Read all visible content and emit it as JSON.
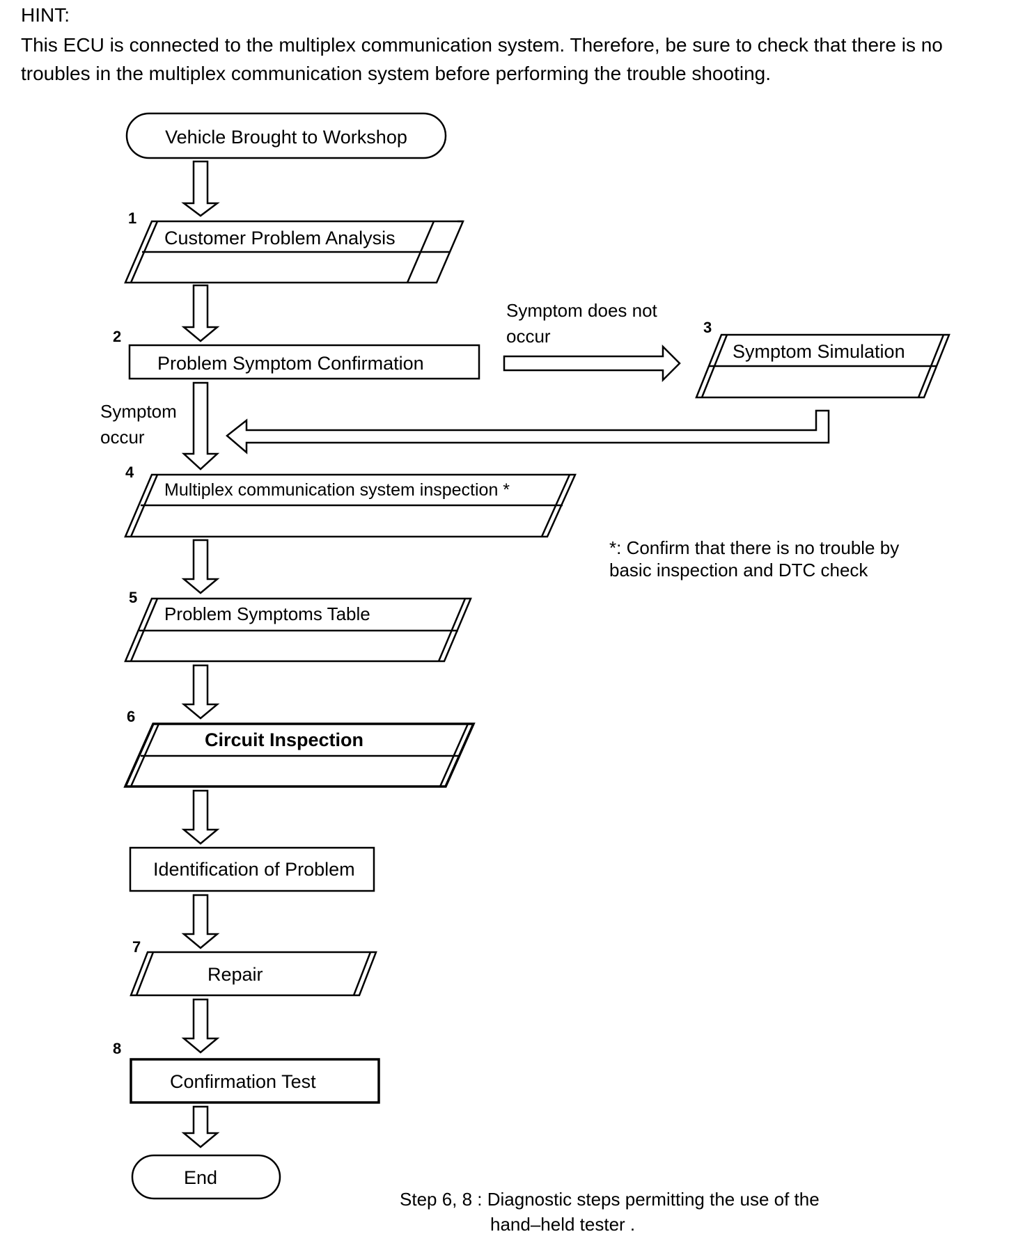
{
  "hint": {
    "title": "HINT:",
    "text": "This ECU is connected to the multiplex communication system. Therefore, be sure to check that there is no troubles in the multiplex communication system before performing the trouble shooting."
  },
  "flow": {
    "start": "Vehicle Brought to Workshop",
    "step1": {
      "num": "1",
      "label": "Customer Problem Analysis"
    },
    "step2": {
      "num": "2",
      "label": "Problem Symptom Confirmation"
    },
    "step3": {
      "num": "3",
      "label": "Symptom Simulation"
    },
    "branch_no": {
      "line1": "Symptom does not",
      "line2": "occur"
    },
    "branch_yes": {
      "line1": "Symptom",
      "line2": "occur"
    },
    "step4": {
      "num": "4",
      "label": "Multiplex communication system inspection *"
    },
    "step5": {
      "num": "5",
      "label": "Problem Symptoms Table"
    },
    "step6": {
      "num": "6",
      "label": "Circuit Inspection"
    },
    "identify": "Identification of Problem",
    "step7": {
      "num": "7",
      "label": "Repair"
    },
    "step8": {
      "num": "8",
      "label": "Confirmation Test"
    },
    "end": "End"
  },
  "notes": {
    "footnote_line1": "*: Confirm that there is no trouble by",
    "footnote_line2": "basic inspection and DTC check",
    "tester_line1": "Step 6, 8 : Diagnostic steps permitting the use of the",
    "tester_line2": "hand–held tester ."
  }
}
